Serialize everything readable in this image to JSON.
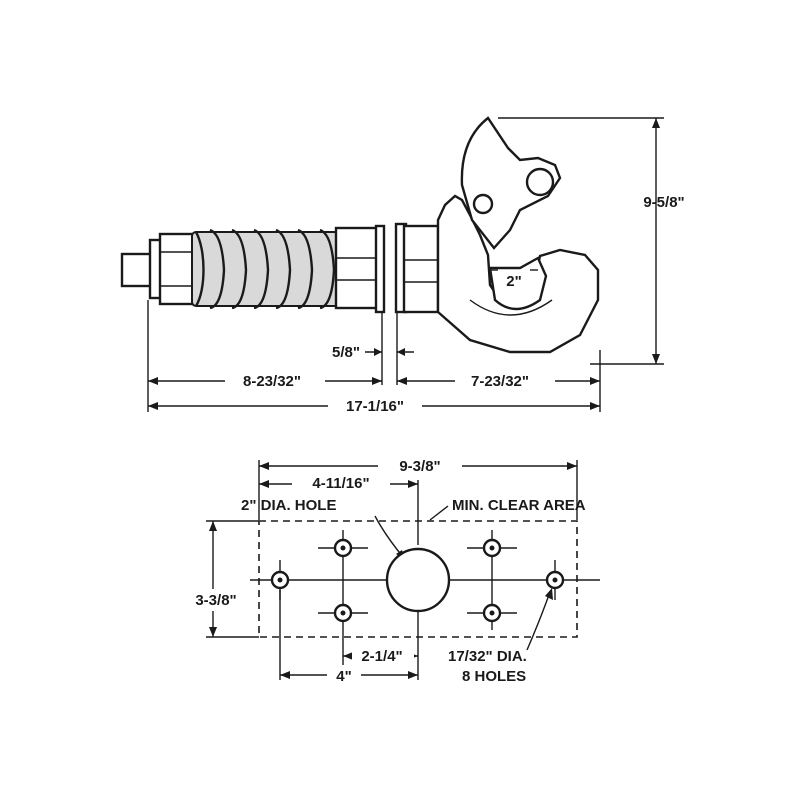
{
  "side_view": {
    "hook_height": "9-5/8\"",
    "hook_opening": "2\"",
    "flange_thickness": "5/8\"",
    "spring_length": "8-23/32\"",
    "hook_length": "7-23/32\"",
    "overall_length": "17-1/16\""
  },
  "mounting_pattern": {
    "overall_width": "9-3/8\"",
    "center_offset": "4-11/16\"",
    "center_hole_label": "2\" DIA. HOLE",
    "clear_area_label": "MIN. CLEAR AREA",
    "height": "3-3/8\"",
    "bolt_spacing_small": "2-1/4\"",
    "bolt_spacing_large": "4\"",
    "bolt_hole_size": "17/32\" DIA.",
    "bolt_hole_count": "8 HOLES"
  }
}
